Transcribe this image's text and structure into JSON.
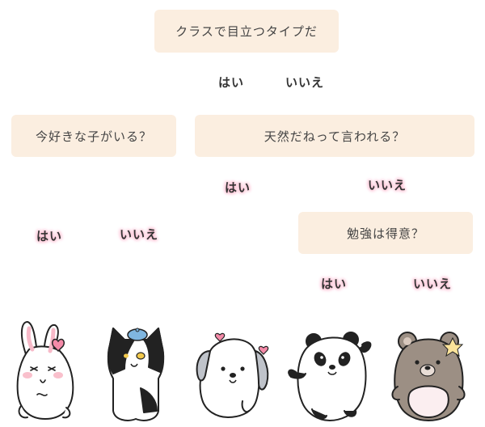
{
  "questions": {
    "q1": "クラスで目立つタイプだ",
    "q2": "今好きな子がいる？",
    "q3": "天然だねって言われる？",
    "q4": "勉強は得意？"
  },
  "answers": {
    "q1_yes": "はい",
    "q1_no": "いいえ",
    "q2_yes": "はい",
    "q2_no": "いいえ",
    "q3_yes": "はい",
    "q3_no": "いいえ",
    "q4_yes": "はい",
    "q4_no": "いいえ"
  },
  "colors": {
    "box": "#fbeee0",
    "glow": "#ffc4d6",
    "text": "#333333"
  },
  "characters": [
    "rabbit-icon",
    "cat-icon",
    "dog-icon",
    "panda-icon",
    "bear-icon"
  ]
}
